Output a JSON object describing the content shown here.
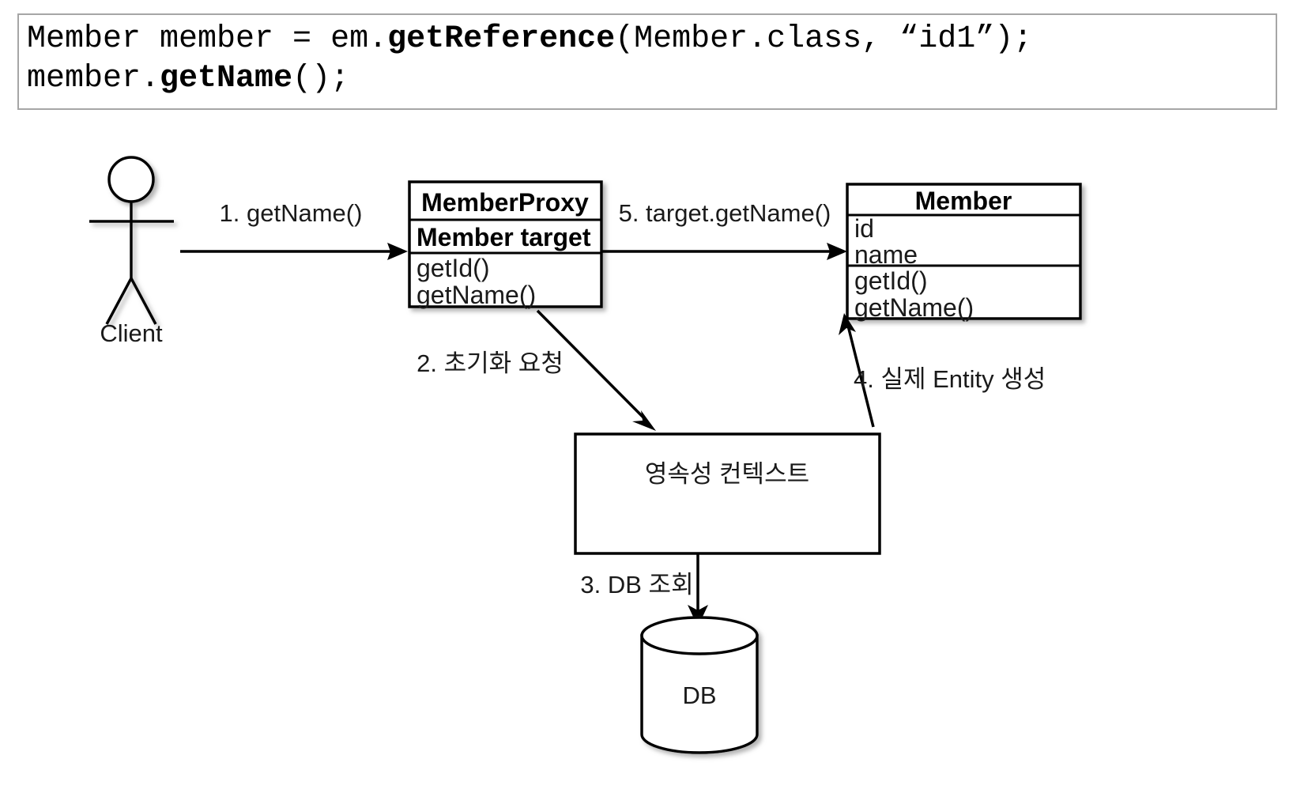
{
  "code_snippet": {
    "line1_a": "Member member = em.",
    "line1_bold": "getReference",
    "line1_b": "(Member.class, “id1”);",
    "line2_a": "member.",
    "line2_bold": "getName",
    "line2_b": "();"
  },
  "diagram": {
    "actor": {
      "label": "Client"
    },
    "proxy_class": {
      "title": "MemberProxy",
      "attribute": "Member target",
      "methods": [
        "getId()",
        "getName()"
      ]
    },
    "entity_class": {
      "title": "Member",
      "attributes": [
        "id",
        "name"
      ],
      "methods": [
        "getId()",
        "getName()"
      ]
    },
    "persistence_context": {
      "label": "영속성 컨텍스트"
    },
    "database": {
      "label": "DB"
    },
    "arrows": [
      {
        "id": "1",
        "label": "1. getName()"
      },
      {
        "id": "2",
        "label": "2. 초기화 요청"
      },
      {
        "id": "3",
        "label": "3. DB 조회"
      },
      {
        "id": "4",
        "label": "4. 실제 Entity 생성"
      },
      {
        "id": "5",
        "label": "5. target.getName()"
      }
    ]
  },
  "colors": {
    "stroke": "#000000",
    "code_border": "#a6a6a6",
    "background": "#ffffff",
    "text": "#1a1a1a"
  }
}
